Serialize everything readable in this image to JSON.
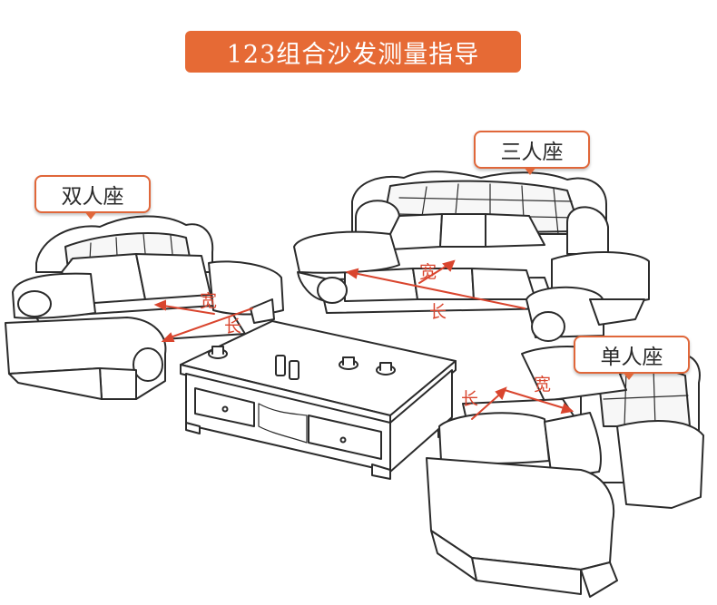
{
  "title": "123组合沙发测量指导",
  "labels": {
    "double_seat": "双人座",
    "triple_seat": "三人座",
    "single_seat": "单人座"
  },
  "measurements": {
    "width": "宽",
    "length": "长"
  },
  "colors": {
    "accent": "#e66a35",
    "measure_line": "#d9452e",
    "outline": "#2b2b2b"
  }
}
